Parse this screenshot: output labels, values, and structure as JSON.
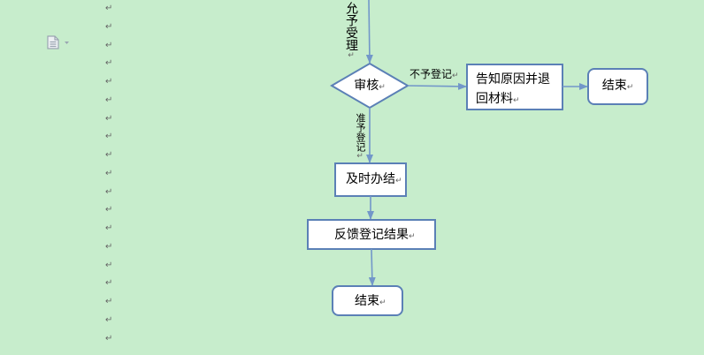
{
  "document": {
    "paragraph_mark": "↵"
  },
  "margin": {
    "icon": "document-options-icon",
    "dropdown_icon": "dropdown-arrow-icon"
  },
  "flowchart": {
    "accept_label": "允予受理",
    "review_step": "审核",
    "reject_label": "不予登记",
    "notify_return_step": "告知原因并退回材料",
    "end_label_right": "结束",
    "approve_label": "准予登记",
    "complete_step": "及时办结",
    "feedback_step": "反馈登记结果",
    "end_label_bottom": "结束"
  },
  "colors": {
    "background": "#c7edcc",
    "connector": "#7297c9",
    "shape_border": "#5b80b6",
    "shape_fill": "#ffffff",
    "paragraph_mark": "#666666",
    "icon": "#9aa5b1"
  }
}
